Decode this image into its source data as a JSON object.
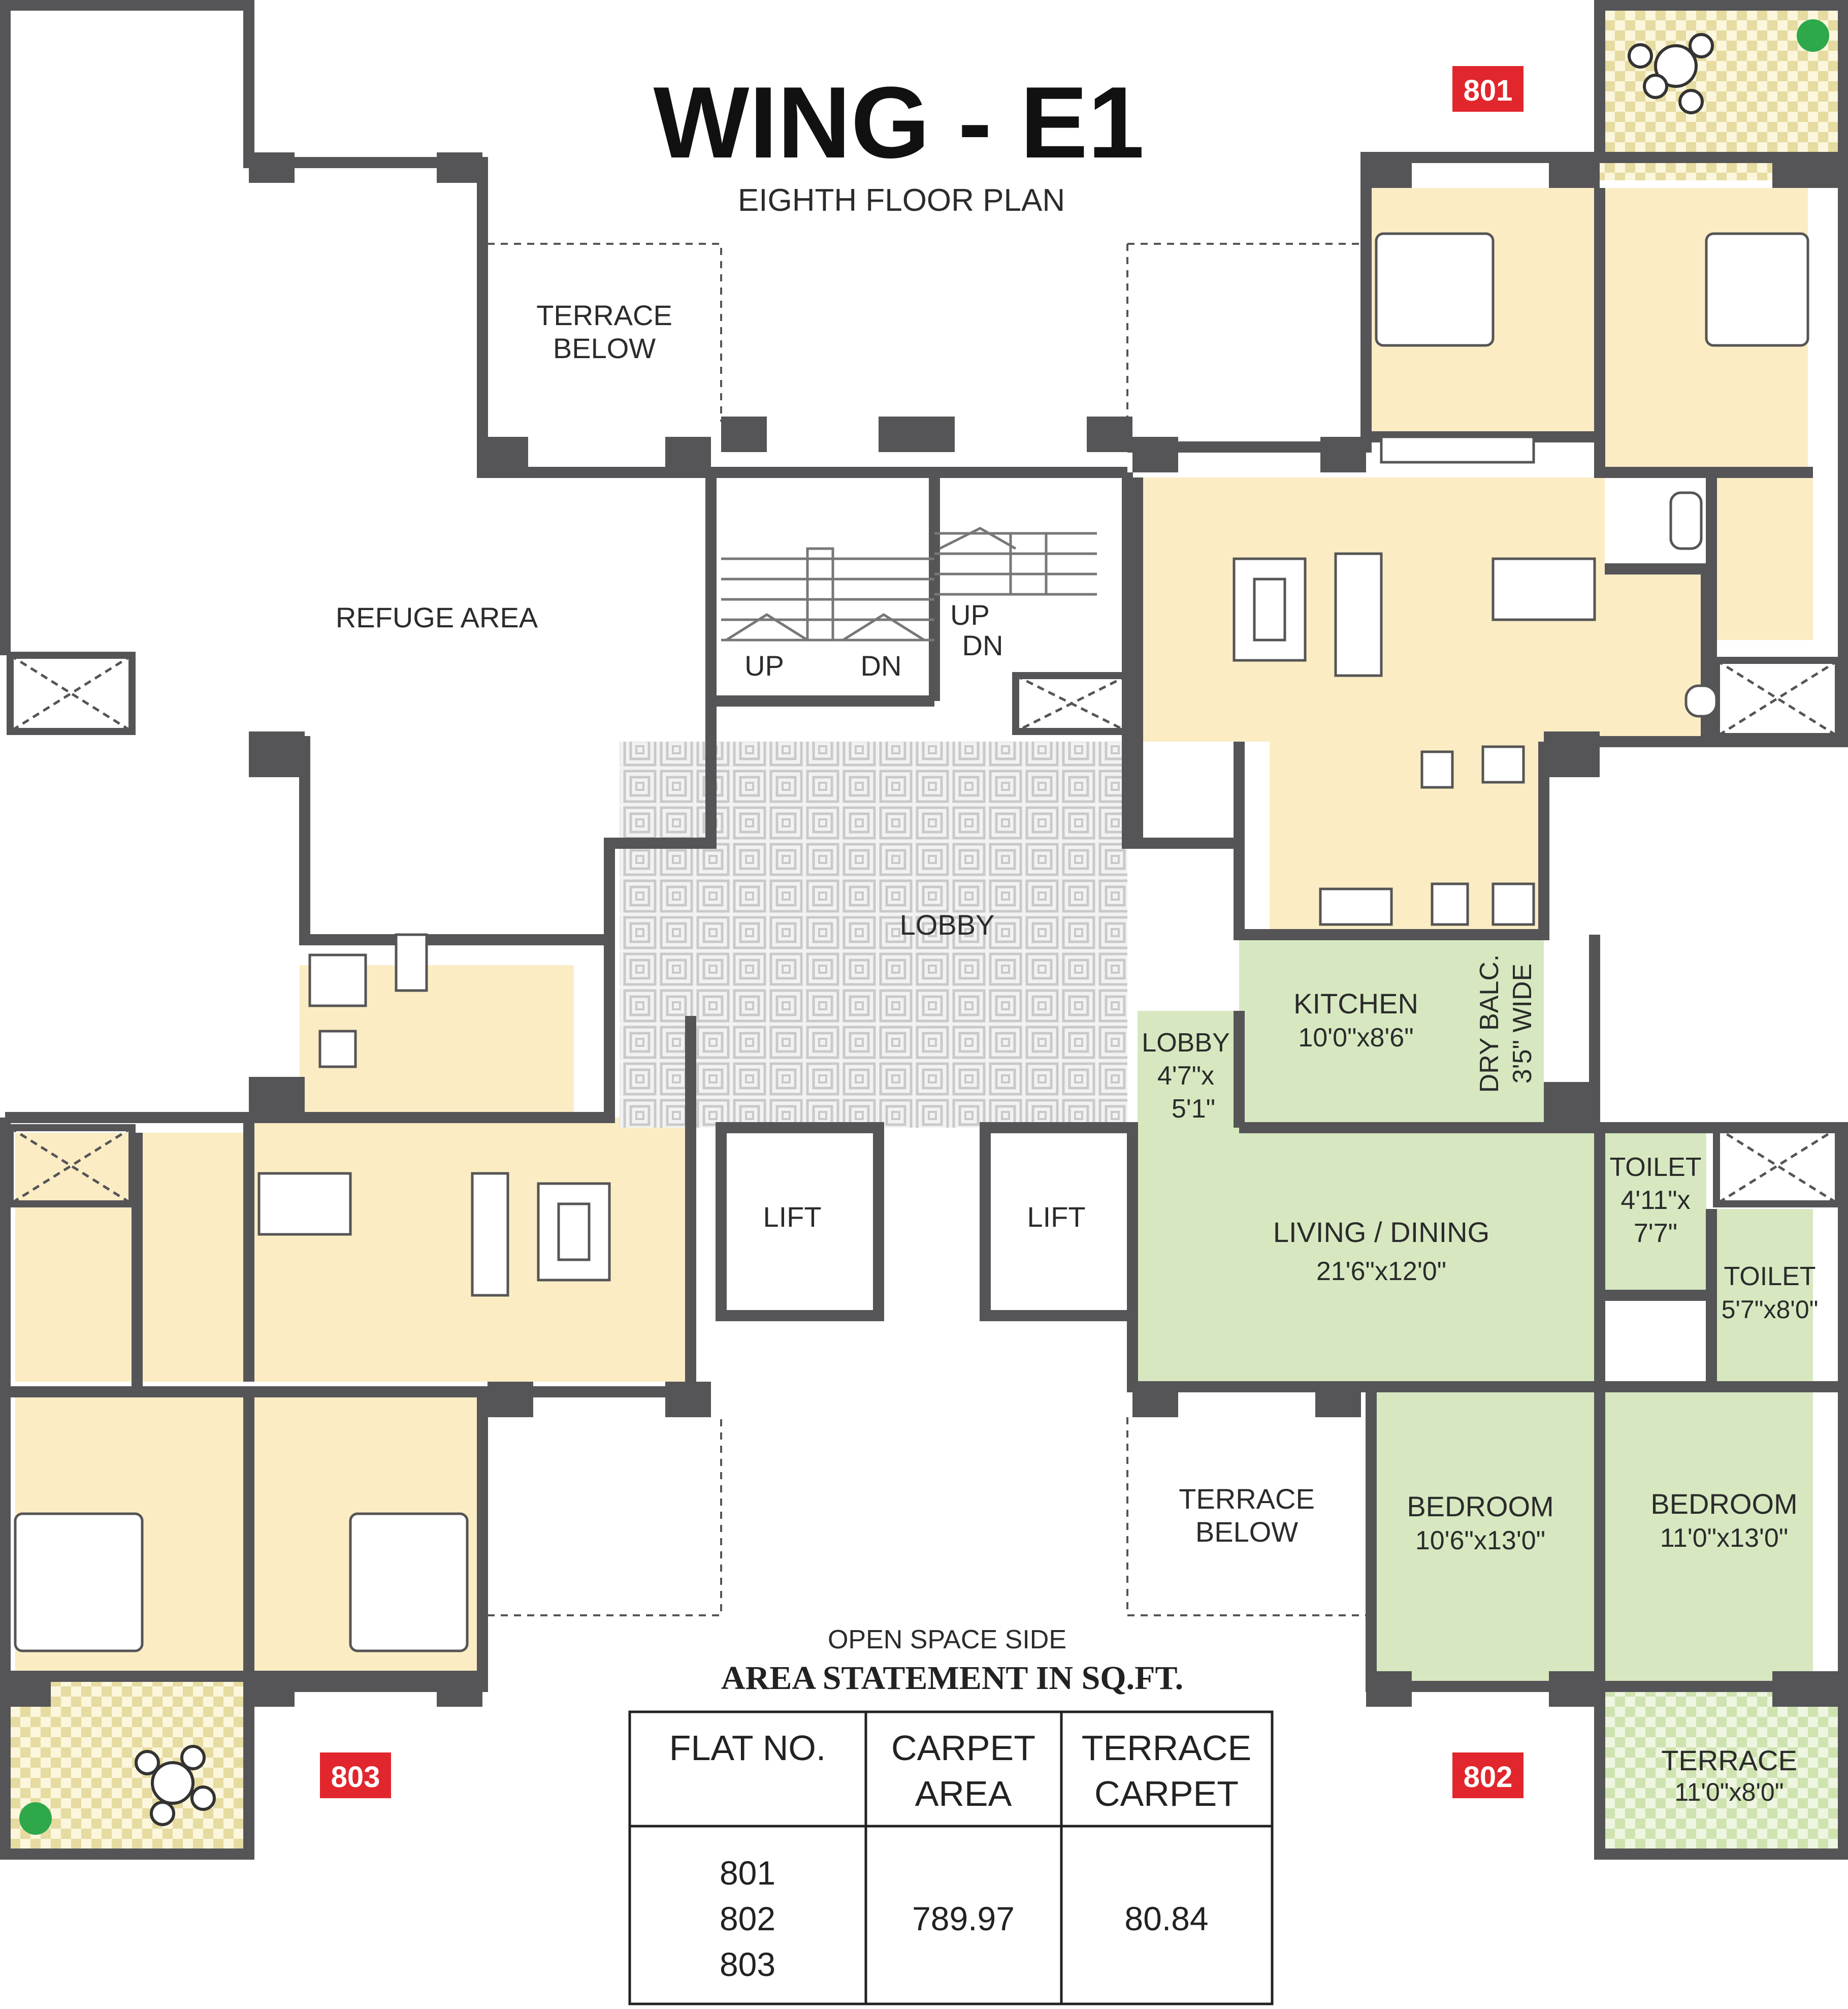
{
  "title": "WING - E1",
  "subtitle": "EIGHTH FLOOR PLAN",
  "colors": {
    "wall": "#555558",
    "flat_beige": "#fbecc4",
    "flat_green": "#d7e8c0",
    "lobby_tile": "#d9d9d9",
    "badge_red": "#e1262d",
    "terrace_check": "#e8dca0"
  },
  "flat_badges": {
    "b801": "801",
    "b802": "802",
    "b803": "803"
  },
  "rooms": {
    "terrace_below_top": [
      "TERRACE",
      "BELOW"
    ],
    "refuge_area": "REFUGE AREA",
    "stair_left_up": "UP",
    "stair_left_dn": "DN",
    "stair_right_up": "UP",
    "stair_right_dn": "DN",
    "lobby_main": "LOBBY",
    "lift": "LIFT",
    "lobby_small": [
      "LOBBY",
      "4'7\"x",
      "5'1\""
    ],
    "kitchen": [
      "KITCHEN",
      "10'0\"x8'6\""
    ],
    "dry_balcony": [
      "DRY BALC.",
      "3'5\" WIDE"
    ],
    "living_dining": [
      "LIVING / DINING",
      "21'6\"x12'0\""
    ],
    "toilet_1": [
      "TOILET",
      "4'11\"x",
      "7'7\""
    ],
    "toilet_2": [
      "TOILET",
      "5'7\"x8'0\""
    ],
    "bedroom_1": [
      "BEDROOM",
      "10'6\"x13'0\""
    ],
    "bedroom_2": [
      "BEDROOM",
      "11'0\"x13'0\""
    ],
    "terrace_below_bottom": [
      "TERRACE",
      "BELOW"
    ],
    "terrace": [
      "TERRACE",
      "11'0\"x8'0\""
    ],
    "open_space": "OPEN SPACE SIDE"
  },
  "area_statement": {
    "heading": "AREA STATEMENT IN SQ.FT.",
    "col_flat": "FLAT NO.",
    "col_carpet": [
      "CARPET",
      "AREA"
    ],
    "col_terrace": [
      "TERRACE",
      "CARPET"
    ],
    "flats": [
      "801",
      "802",
      "803"
    ],
    "carpet_area": "789.97",
    "terrace_carpet": "80.84"
  }
}
